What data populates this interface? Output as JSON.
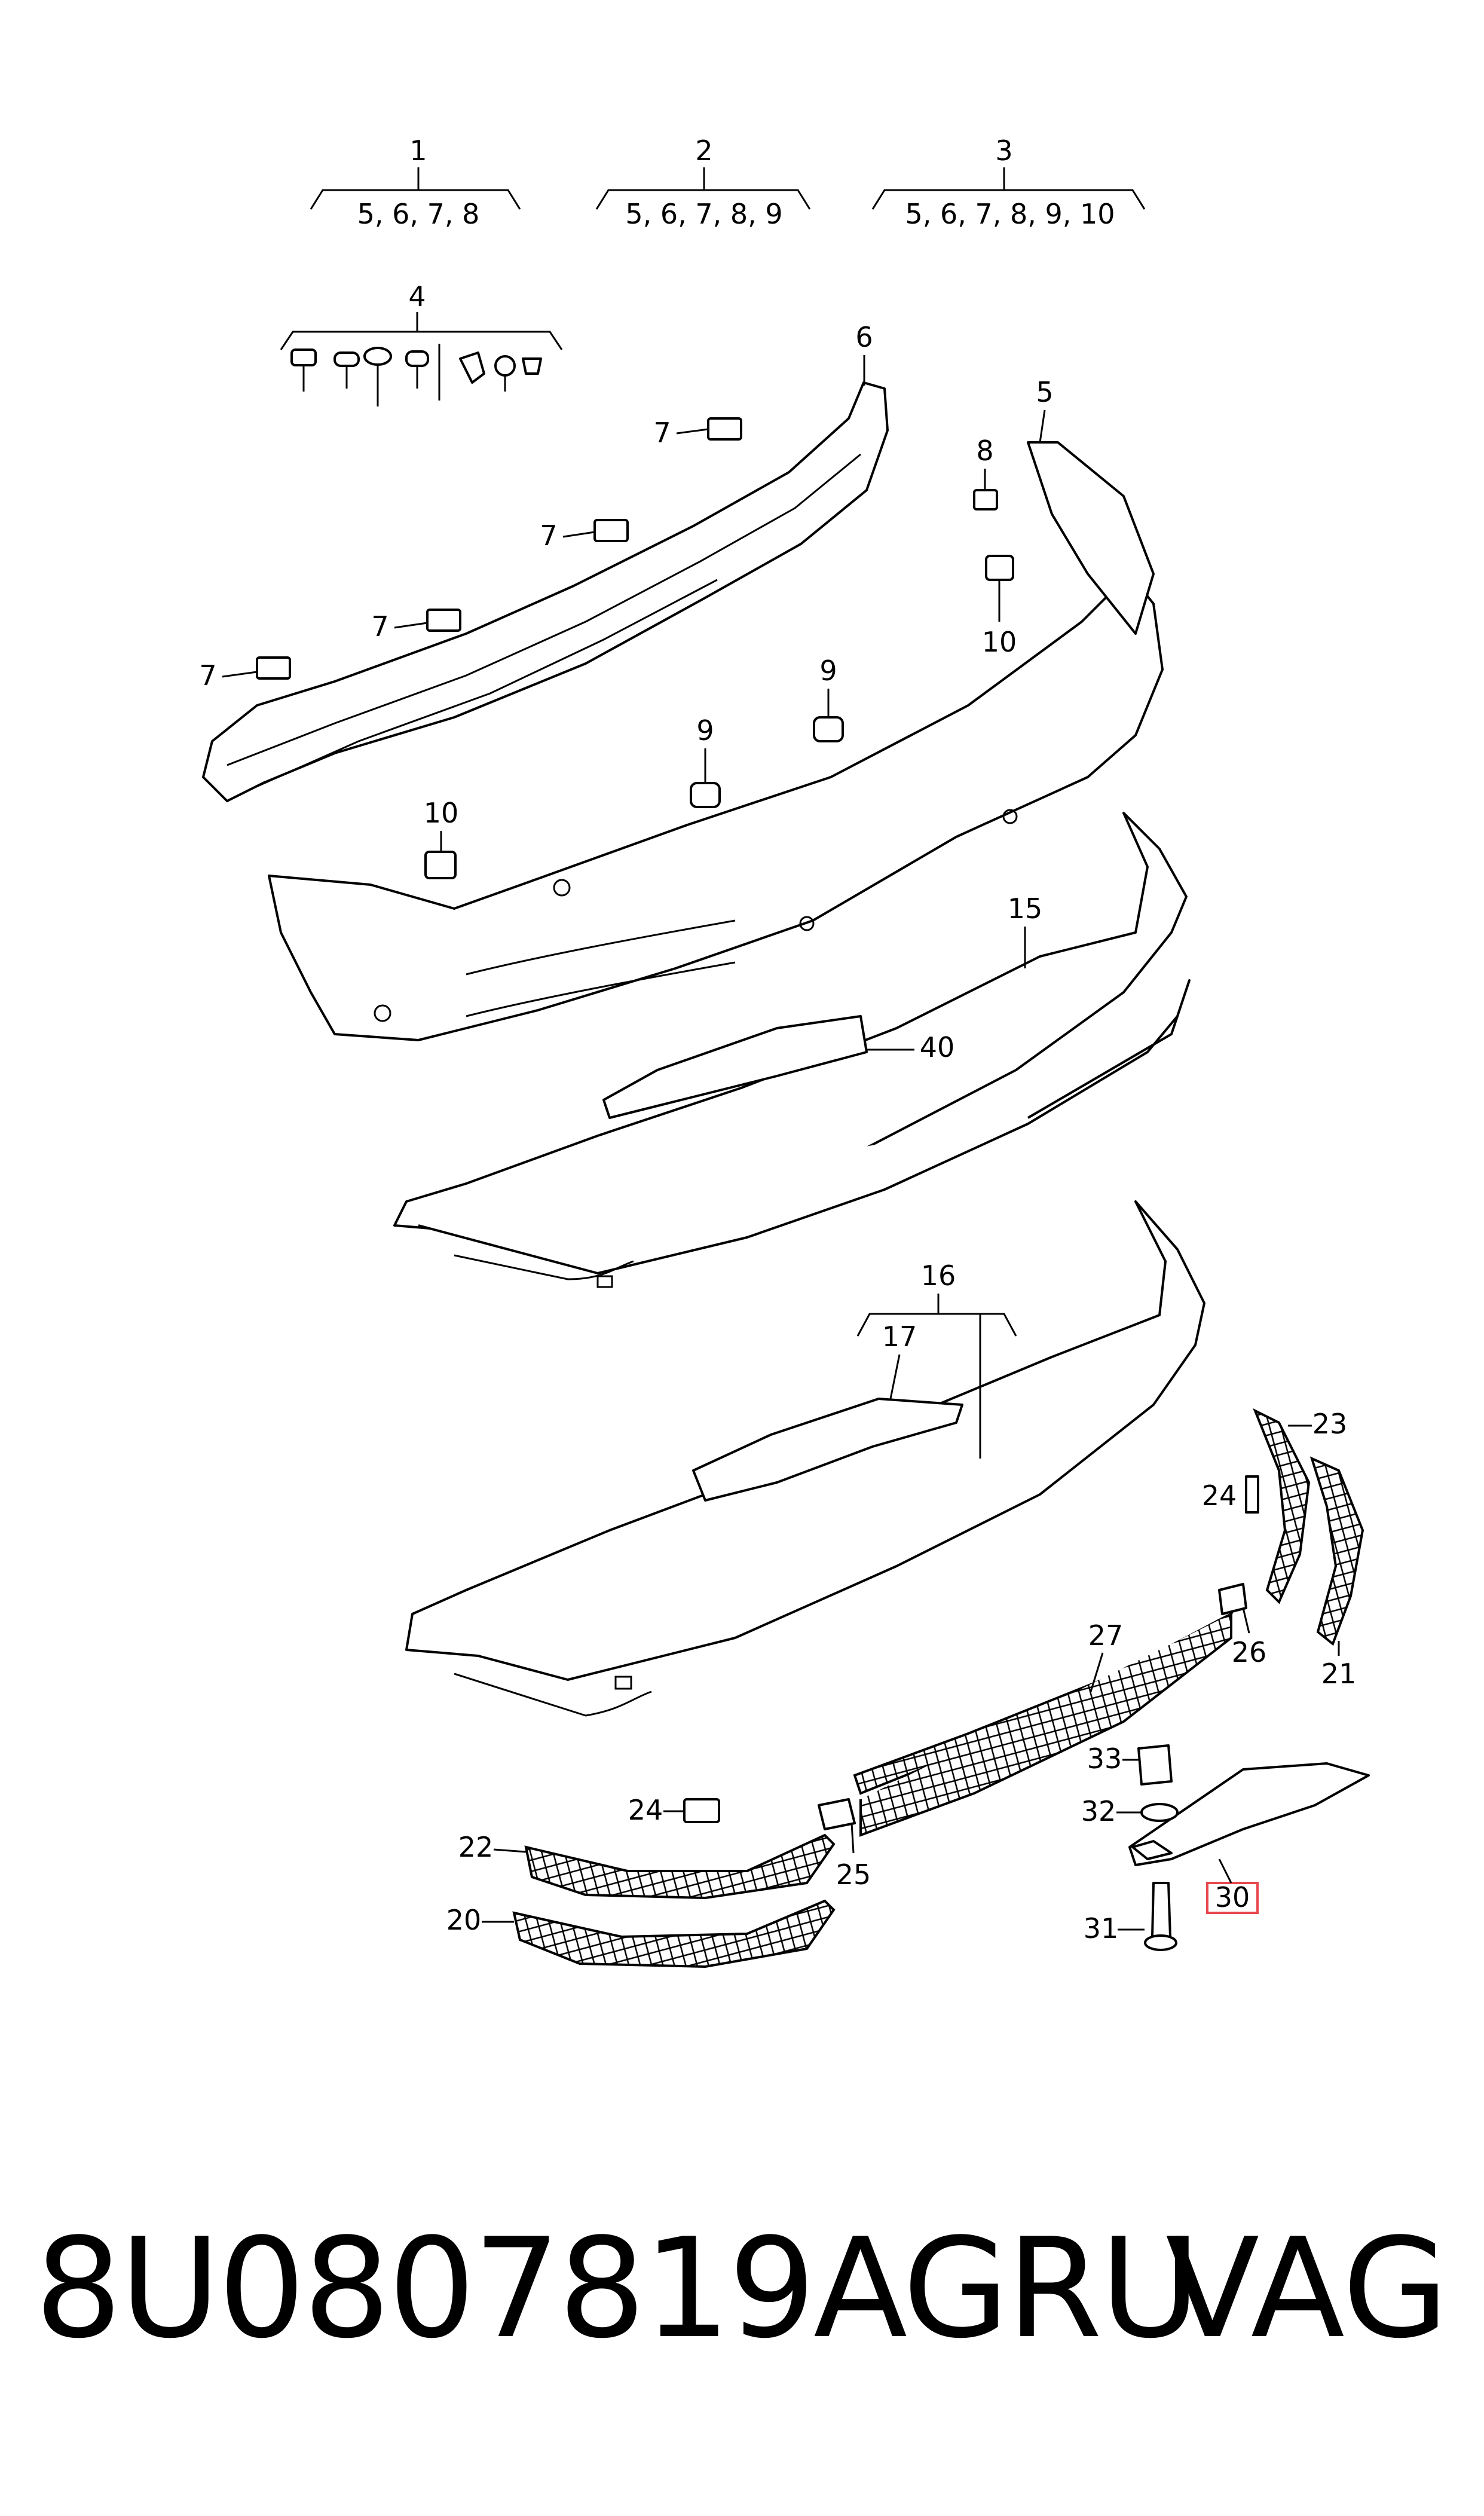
{
  "groups": [
    {
      "number": "1",
      "contents": "5, 6, 7, 8"
    },
    {
      "number": "2",
      "contents": "5, 6, 7, 8, 9"
    },
    {
      "number": "3",
      "contents": "5, 6, 7, 8, 9, 10"
    }
  ],
  "callouts": {
    "c4": "4",
    "c6": "6",
    "c5": "5",
    "c8": "8",
    "c10a": "10",
    "c10b": "10",
    "c7a": "7",
    "c7b": "7",
    "c7c": "7",
    "c7d": "7",
    "c9a": "9",
    "c9b": "9",
    "c15": "15",
    "c40": "40",
    "c16": "16",
    "c17": "17",
    "c23": "23",
    "c24a": "24",
    "c24b": "24",
    "c21": "21",
    "c26": "26",
    "c27": "27",
    "c33": "33",
    "c32": "32",
    "c31": "31",
    "c30": "30",
    "c25": "25",
    "c22": "22",
    "c20": "20"
  },
  "footer": {
    "part_number": "8U0807819AGRU",
    "brand": "VAG"
  },
  "colors": {
    "line": "#000000",
    "highlight": "#e8474d",
    "background": "#ffffff"
  }
}
